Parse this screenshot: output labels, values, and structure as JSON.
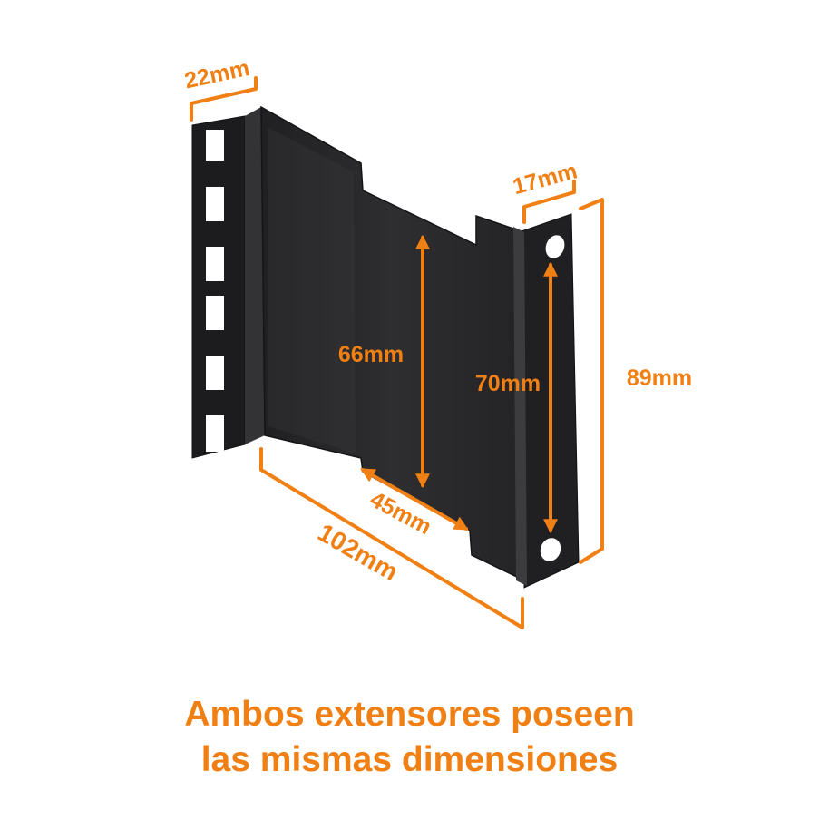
{
  "colors": {
    "accent": "#f07f14",
    "bracket": "#2a2a2c",
    "bracket_edge": "#151516",
    "bracket_highlight": "#3a3a3d",
    "background": "#ffffff"
  },
  "dimensions": {
    "top_left_width": "22mm",
    "top_right_width": "17mm",
    "inner_height": "66mm",
    "hole_spacing": "70mm",
    "total_height": "89mm",
    "inner_depth": "45mm",
    "total_depth": "102mm"
  },
  "caption": {
    "line1": "Ambos extensores poseen",
    "line2": "las mismas dimensiones"
  }
}
